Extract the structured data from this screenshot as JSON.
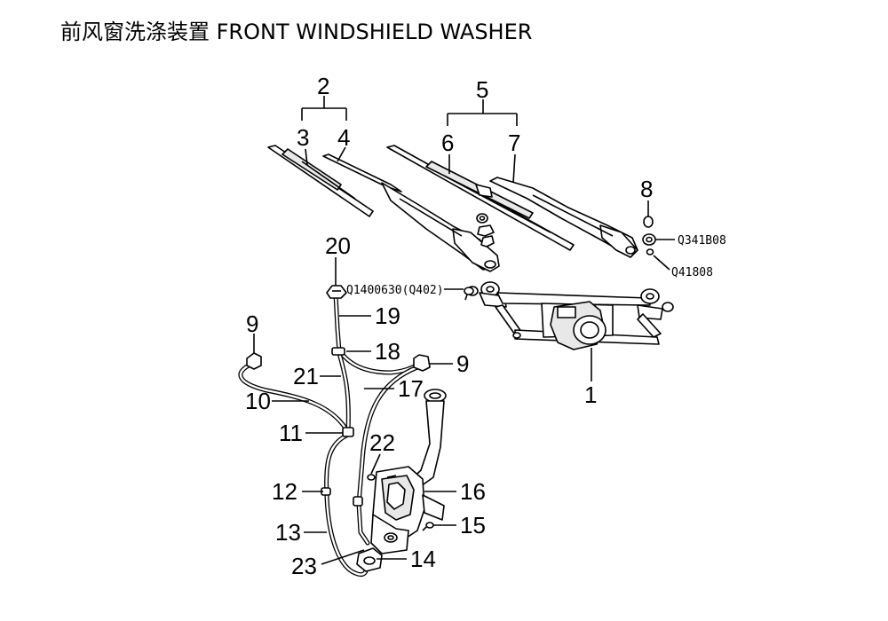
{
  "title": "前风窗洗涤装置 FRONT WINDSHIELD WASHER",
  "callouts": {
    "n1": "1",
    "n2": "2",
    "n3": "3",
    "n4": "4",
    "n5": "5",
    "n6": "6",
    "n7": "7",
    "n8": "8",
    "n9a": "9",
    "n9b": "9",
    "n10": "10",
    "n11": "11",
    "n12": "12",
    "n13": "13",
    "n14": "14",
    "n15": "15",
    "n16": "16",
    "n17": "17",
    "n18": "18",
    "n19": "19",
    "n20": "20",
    "n21": "21",
    "n22": "22",
    "n23": "23"
  },
  "codes": {
    "c_q341b08": "Q341B08",
    "c_q41808": "Q41808",
    "c_q1400630": "Q1400630(Q402)"
  }
}
